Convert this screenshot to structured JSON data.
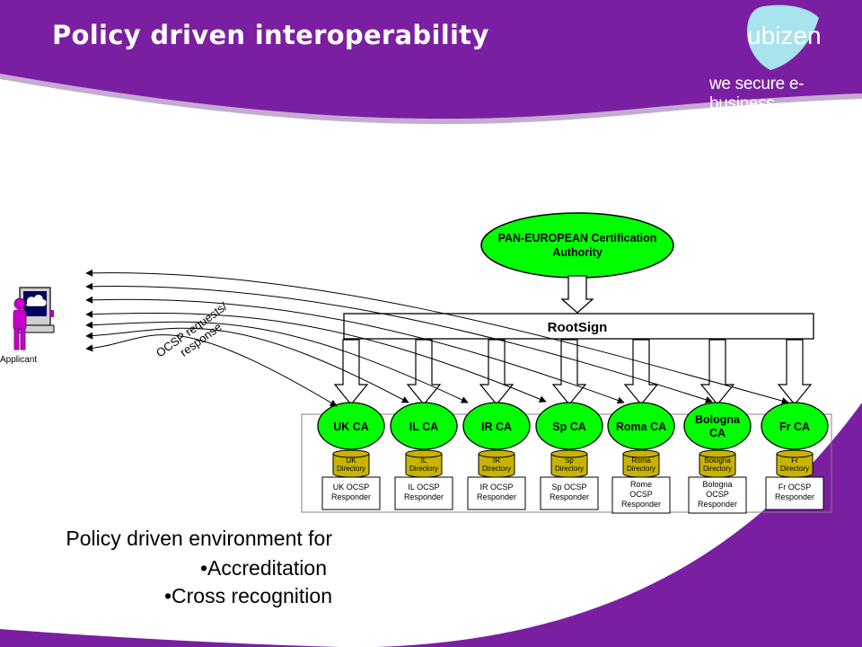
{
  "slide": {
    "title": "Policy driven interoperability",
    "brand": {
      "logo_text": "ubizen",
      "tagline": "we secure e-business",
      "purple": "#7B1FA2",
      "dark_purple": "#5A0F7E",
      "logo_bubble": "#A9E3EE"
    }
  },
  "diagram": {
    "pan_european": {
      "line1": "PAN-EUROPEAN Certification",
      "line2": "Authority"
    },
    "rootsign": "RootSign",
    "applicant": "Applicant",
    "arrows_label": {
      "line1": "OCSP requests/",
      "line2": "response"
    },
    "colors": {
      "node_green": "#00FF00",
      "directory_gold": "#C8B400",
      "outline": "#000000"
    },
    "authorities": [
      {
        "ca": [
          "UK CA"
        ],
        "dir": [
          "UK",
          "Directory"
        ],
        "resp": [
          "UK OCSP",
          "Responder"
        ]
      },
      {
        "ca": [
          "IL CA"
        ],
        "dir": [
          "IL",
          "Directory"
        ],
        "resp": [
          "IL OCSP",
          "Responder"
        ]
      },
      {
        "ca": [
          "IR CA"
        ],
        "dir": [
          "IR",
          "Directory"
        ],
        "resp": [
          "IR OCSP",
          "Responder"
        ]
      },
      {
        "ca": [
          "Sp CA"
        ],
        "dir": [
          "Sp",
          "Directory"
        ],
        "resp": [
          "Sp OCSP",
          "Responder"
        ]
      },
      {
        "ca": [
          "Roma CA"
        ],
        "dir": [
          "Roma",
          "Directory"
        ],
        "resp": [
          "Rome",
          "OCSP",
          "Responder"
        ]
      },
      {
        "ca": [
          "Bologna",
          "CA"
        ],
        "dir": [
          "Bologna",
          "Directory"
        ],
        "resp": [
          "Bologna",
          "OCSP",
          "Responder"
        ]
      },
      {
        "ca": [
          "Fr CA"
        ],
        "dir": [
          "Fr",
          "Directory"
        ],
        "resp": [
          "Fr OCSP",
          "Responder"
        ]
      }
    ]
  },
  "policy": {
    "heading": "Policy driven environment for",
    "bullets": [
      "•Accreditation",
      "•Cross recognition"
    ]
  }
}
